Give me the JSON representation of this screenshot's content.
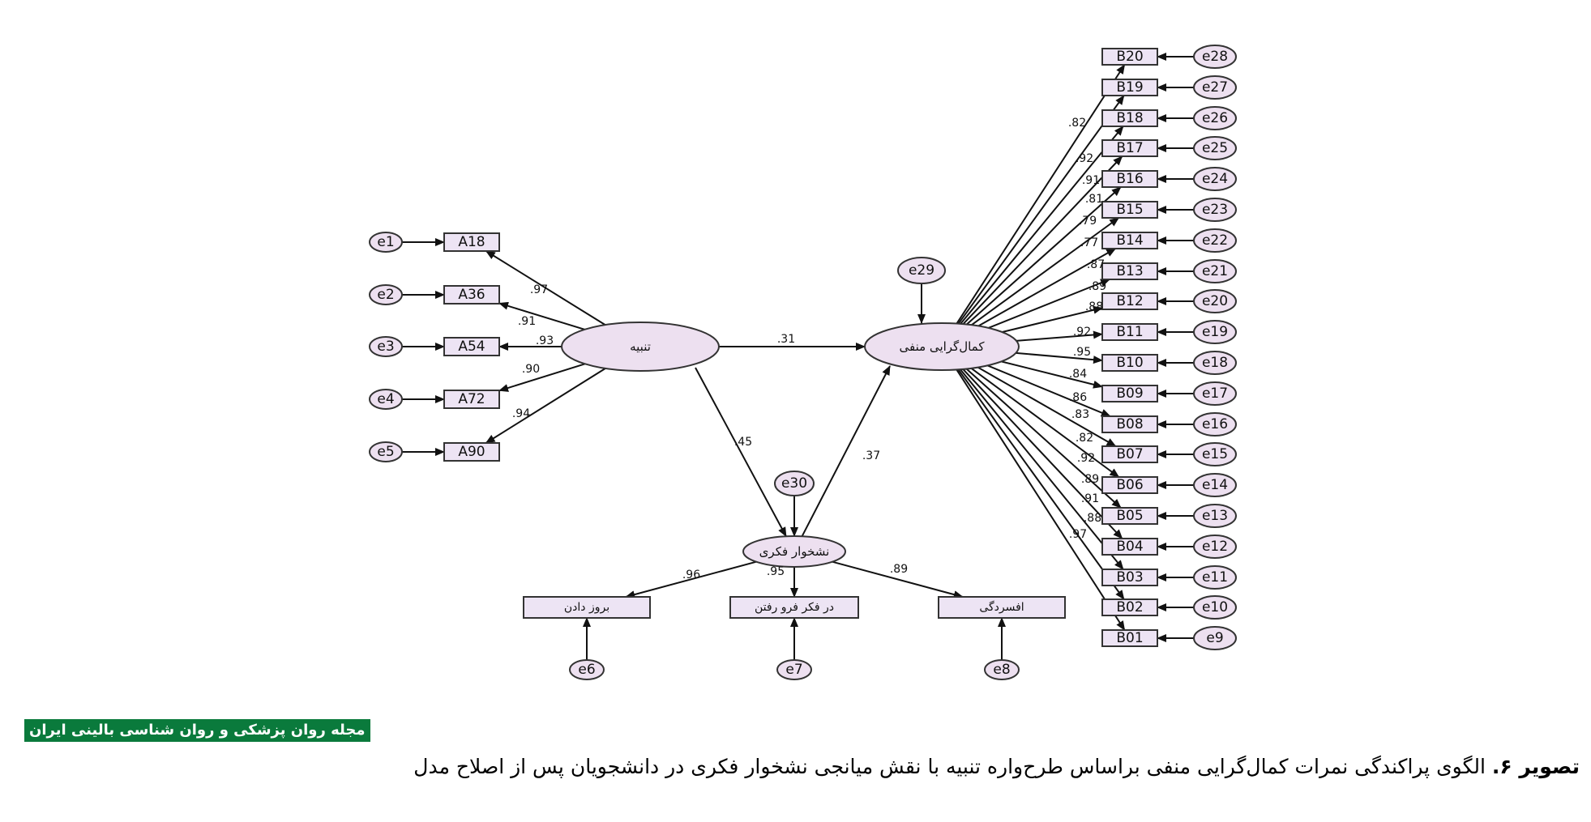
{
  "latents": {
    "punishment": "تنبیه",
    "negative_perfectionism": "کمال‌گرایی منفی",
    "rumination": "نشخوار فکری"
  },
  "punishment_indicators": [
    {
      "item": "A18",
      "error": "e1",
      "loading": ".97"
    },
    {
      "item": "A36",
      "error": "e2",
      "loading": ".91"
    },
    {
      "item": "A54",
      "error": "e3",
      "loading": ".93"
    },
    {
      "item": "A72",
      "error": "e4",
      "loading": ".90"
    },
    {
      "item": "A90",
      "error": "e5",
      "loading": ".94"
    }
  ],
  "rumination_indicators": [
    {
      "item": "بروز دادن",
      "error": "e6",
      "loading": ".96"
    },
    {
      "item": "در فکر فرو رفتن",
      "error": "e7",
      "loading": ".95"
    },
    {
      "item": "افسردگی",
      "error": "e8",
      "loading": ".89"
    }
  ],
  "perfectionism_indicators": [
    {
      "item": "B20",
      "error": "e28",
      "loading": ".82"
    },
    {
      "item": "B19",
      "error": "e27",
      "loading": ".92"
    },
    {
      "item": "B18",
      "error": "e26",
      "loading": ".91"
    },
    {
      "item": "B17",
      "error": "e25",
      "loading": ".81"
    },
    {
      "item": "B16",
      "error": "e24",
      "loading": ".79"
    },
    {
      "item": "B15",
      "error": "e23",
      "loading": ".77"
    },
    {
      "item": "B14",
      "error": "e22",
      "loading": ".87"
    },
    {
      "item": "B13",
      "error": "e21",
      "loading": ".89"
    },
    {
      "item": "B12",
      "error": "e20",
      "loading": ".88"
    },
    {
      "item": "B11",
      "error": "e19",
      "loading": ".92"
    },
    {
      "item": "B10",
      "error": "e18",
      "loading": ".95"
    },
    {
      "item": "B09",
      "error": "e17",
      "loading": ".84"
    },
    {
      "item": "B08",
      "error": "e16",
      "loading": ".86"
    },
    {
      "item": "B07",
      "error": "e15",
      "loading": ".83"
    },
    {
      "item": "B06",
      "error": "e14",
      "loading": ".82"
    },
    {
      "item": "B05",
      "error": "e13",
      "loading": ".92"
    },
    {
      "item": "B04",
      "error": "e12",
      "loading": ".89"
    },
    {
      "item": "B03",
      "error": "e11",
      "loading": ".91"
    },
    {
      "item": "B02",
      "error": "e10",
      "loading": ".88"
    },
    {
      "item": "B01",
      "error": "e9",
      "loading": ".97"
    }
  ],
  "structural_paths": {
    "punishment_to_perfectionism": ".31",
    "punishment_to_rumination": ".45",
    "rumination_to_perfectionism": ".37"
  },
  "disturbances": {
    "perfectionism": "e29",
    "rumination": "e30"
  },
  "journal_banner": "مجله روان پزشکی و روان شناسی بالینی ایران",
  "caption": {
    "lead": "تصویر ۶.",
    "text": " الگوی پراکندگی نمرات کمال‌گرایی منفی براساس طرح‌واره تنبیه با نقش میانجی نشخوار فکری در دانشجویان پس از اصلاح مدل"
  },
  "colors": {
    "observed_fill": "#ede4f4",
    "latent_fill": "#ede0f0",
    "line": "#111111",
    "banner": "#0a7a3c"
  }
}
